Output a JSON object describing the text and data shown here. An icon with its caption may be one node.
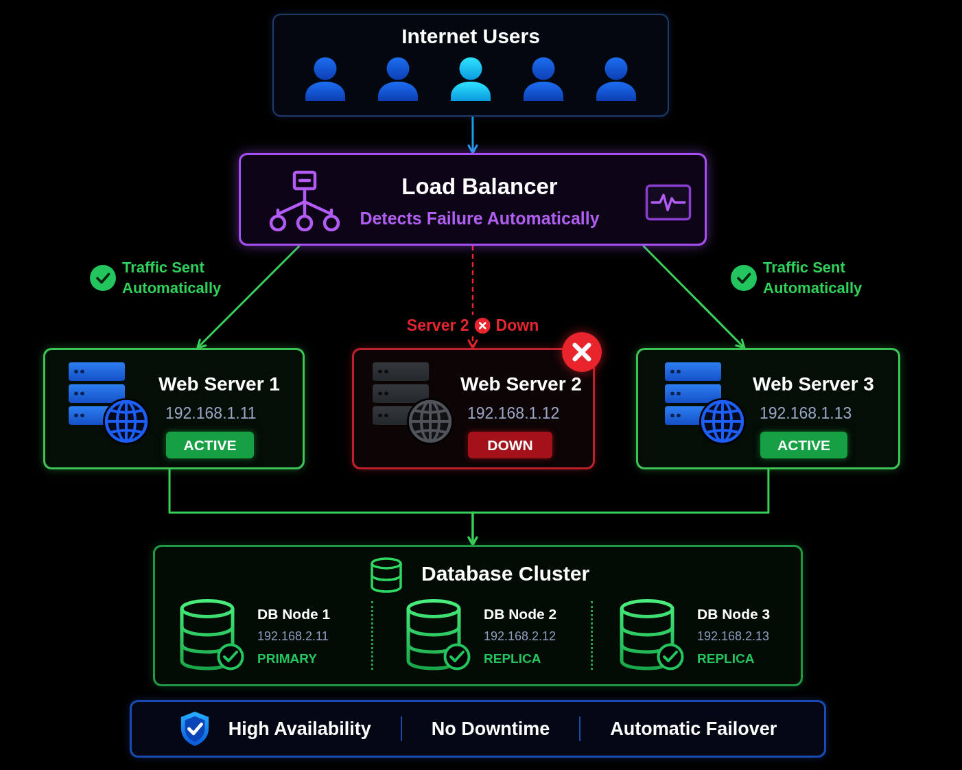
{
  "diagram": {
    "nodes": [
      {
        "text": [
          "Internet Users"
        ]
      },
      {
        "text": [
          "Load Balancer",
          "Detects Failure Automatically"
        ]
      },
      {
        "text": [
          "Web Server 1",
          "192.168.1.11",
          "ACTIVE"
        ]
      },
      {
        "text": [
          "Web Server 2",
          "192.168.1.12",
          "DOWN"
        ]
      },
      {
        "text": [
          "Web Server 3",
          "192.168.1.13",
          "ACTIVE"
        ]
      },
      {
        "text": [
          "Database Cluster"
        ]
      },
      {
        "text": [
          "DB Node 1",
          "192.168.2.11",
          "PRIMARY"
        ],
        "in": 5
      },
      {
        "text": [
          "DB Node 2",
          "192.168.2.12",
          "REPLICA"
        ],
        "in": 5
      },
      {
        "text": [
          "DB Node 3",
          "192.168.2.13",
          "REPLICA"
        ],
        "in": 5
      },
      {
        "text": [
          "High Availability",
          "No Downtime",
          "Automatic Failover"
        ]
      }
    ],
    "edges": [
      {
        "from": 0,
        "to": 1,
        "arrow": "to",
        "color": "#1ea0ef"
      },
      {
        "from": 1,
        "to": 2,
        "arrow": "to",
        "label": "Traffic Sent Automatically"
      },
      {
        "from": 1,
        "to": 3,
        "arrow": "to",
        "label": "Server 2 Down",
        "style": "dashed",
        "color": "#e52530"
      },
      {
        "from": 1,
        "to": 4,
        "arrow": "to",
        "label": "Traffic Sent Automatically"
      },
      {
        "from": 2,
        "to": 5,
        "arrow": "to"
      },
      {
        "from": 4,
        "to": 5,
        "arrow": "to"
      }
    ]
  }
}
